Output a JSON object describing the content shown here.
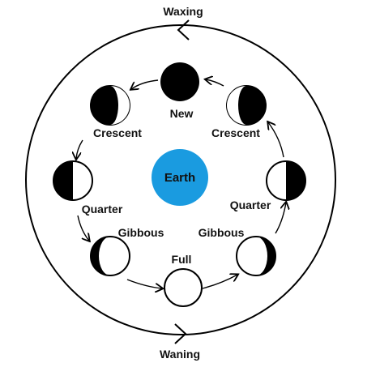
{
  "labels": {
    "top": "Waxing",
    "bottom": "Waning",
    "earth": "Earth"
  },
  "moon_phases": [
    {
      "label": "New"
    },
    {
      "label": "Crescent"
    },
    {
      "label": "Quarter"
    },
    {
      "label": "Gibbous"
    },
    {
      "label": "Full"
    },
    {
      "label": "Gibbous"
    },
    {
      "label": "Quarter"
    },
    {
      "label": "Crescent"
    }
  ],
  "colors": {
    "earth": "#1a9be0",
    "ink": "#000000",
    "background": "#ffffff"
  }
}
